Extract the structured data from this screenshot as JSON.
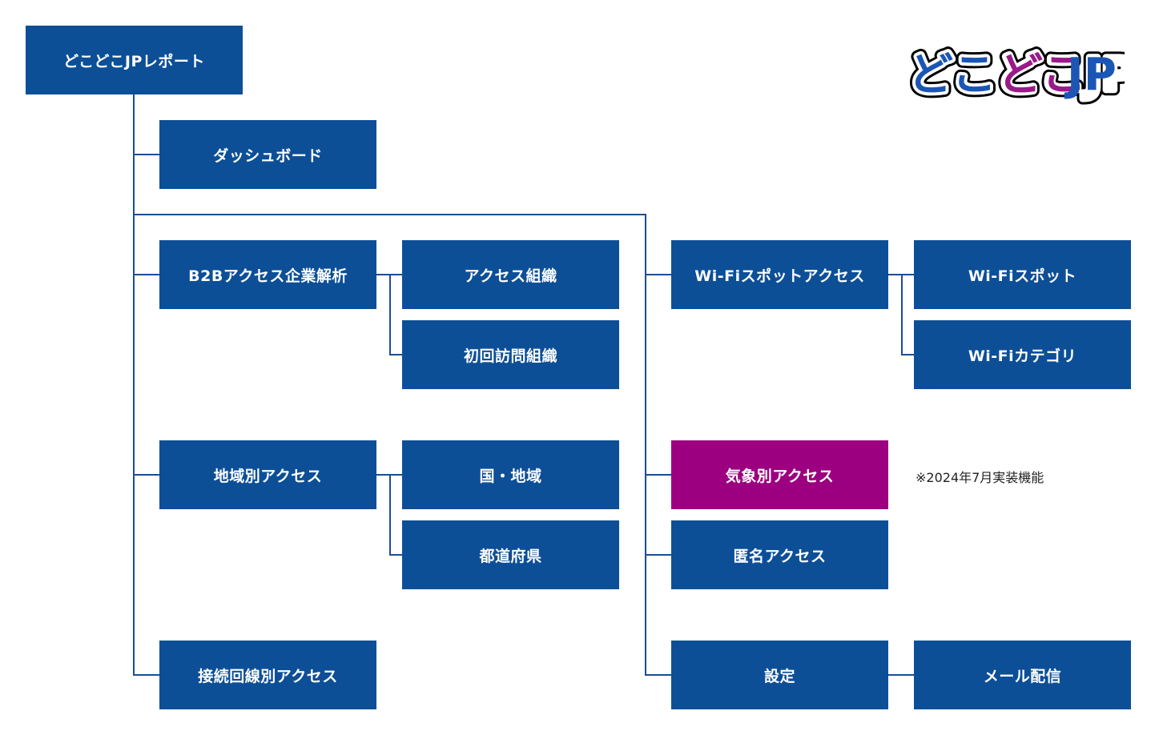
{
  "root": "どこどこJPレポート",
  "dashboard": "ダッシュボード",
  "b2b": {
    "label": "B2Bアクセス企業解析",
    "children": [
      "アクセス組織",
      "初回訪問組織"
    ]
  },
  "region": {
    "label": "地域別アクセス",
    "children": [
      "国・地域",
      "都道府県"
    ]
  },
  "line_access": "接続回線別アクセス",
  "wifi": {
    "label": "Wi-Fiスポットアクセス",
    "children": [
      "Wi-Fiスポット",
      "Wi-Fiカテゴリ"
    ]
  },
  "weather": {
    "label": "気象別アクセス",
    "note": "※2024年7月実装機能"
  },
  "anonymous": "匿名アクセス",
  "settings": {
    "label": "設定",
    "children": [
      "メール配信"
    ]
  },
  "logo": {
    "text_part1": "どこ",
    "text_part2": "どこ",
    "text_part3": "JP"
  },
  "colors": {
    "node": "#0d4f97",
    "highlight": "#9c0080",
    "connector": "#1a4f90"
  }
}
